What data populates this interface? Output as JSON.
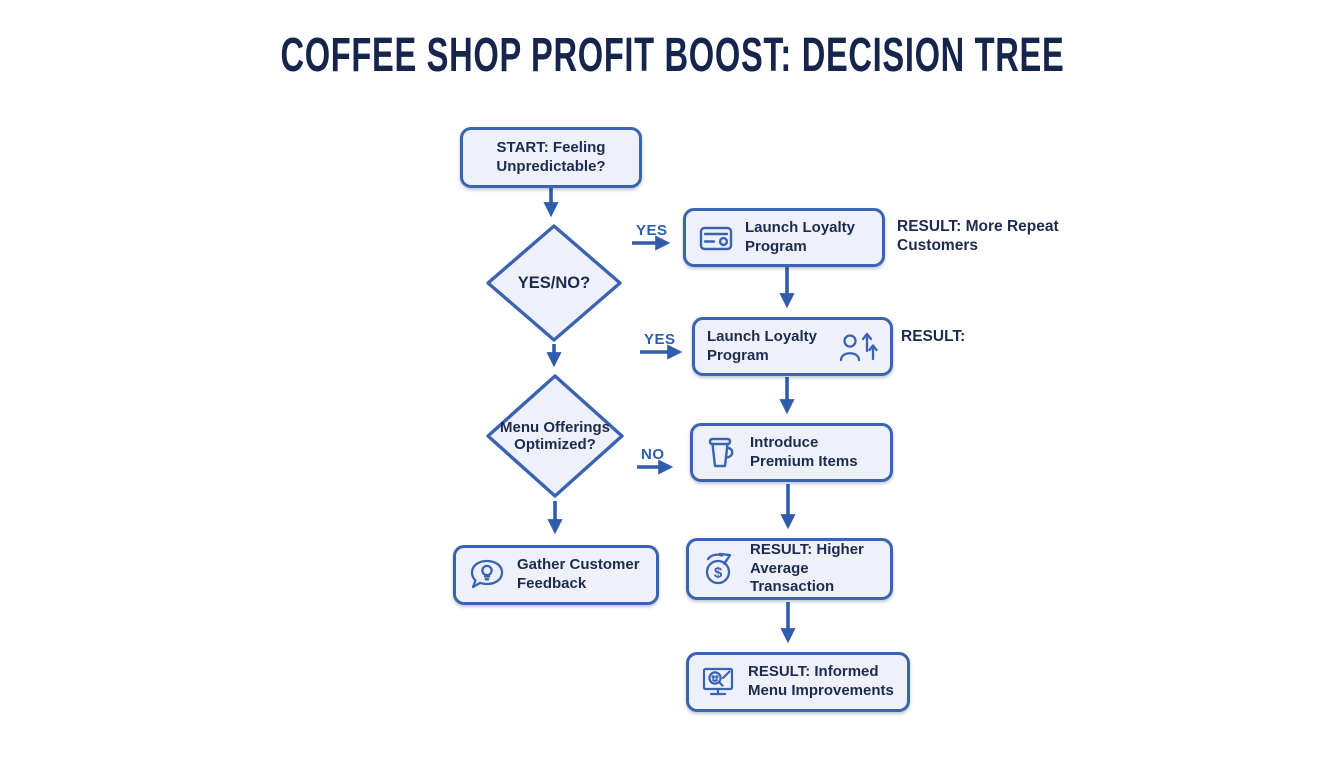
{
  "title": "COFFEE SHOP PROFIT BOOST: DECISION TREE",
  "colors": {
    "accent_blue": "#2f5cab",
    "node_border": "#3a64af",
    "node_fill": "#eef1f9",
    "text_navy": "#1e2b50",
    "title_navy": "#16254e"
  },
  "nodes": {
    "start": {
      "label": "START: Feeling Unpredictable?"
    },
    "decision1": {
      "label": "YES/NO?"
    },
    "loyalty1": {
      "label": "Launch Loyalty Program",
      "icon": "loyalty-card-icon"
    },
    "result_repeat": {
      "label": "RESULT: More Repeat Customers"
    },
    "loyalty2": {
      "label": "Launch Loyalty Program",
      "icon": "customer-growth-icon"
    },
    "result_blank": {
      "label": "RESULT:"
    },
    "decision2": {
      "label": "Menu Offerings Optimized?"
    },
    "premium": {
      "label": "Introduce Premium Items",
      "icon": "coffee-cup-icon"
    },
    "feedback": {
      "label": "Gather Customer Feedback",
      "icon": "feedback-bulb-icon"
    },
    "result_transaction": {
      "label": "RESULT: Higher Average Transaction",
      "icon": "dollar-growth-icon"
    },
    "result_menu": {
      "label": "RESULT: Informed Menu Improvements",
      "icon": "insights-screen-icon"
    }
  },
  "edge_labels": {
    "yes1": "YES",
    "yes2": "YES",
    "no1": "NO"
  }
}
